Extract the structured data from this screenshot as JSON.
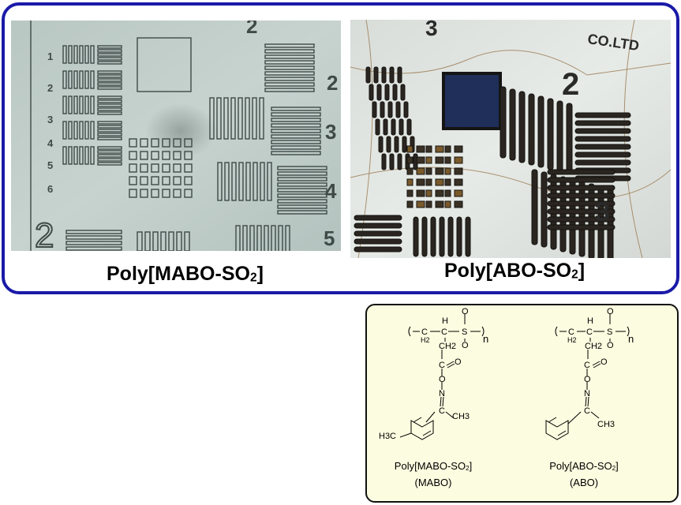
{
  "left_panel": {
    "caption_main": "Poly[MABO-SO",
    "caption_sub": "2",
    "caption_end": "]",
    "digits": [
      "1",
      "2",
      "3",
      "4",
      "5",
      "6",
      "2",
      "2",
      "3",
      "4",
      "5"
    ]
  },
  "right_panel": {
    "caption_main": "Poly[ABO-SO",
    "caption_sub": "2",
    "caption_end": "]",
    "mask_text": "CO.LTD",
    "digits": [
      "3",
      "2",
      "3"
    ]
  },
  "structures": {
    "atom_labels": {
      "C": "C",
      "H": "H",
      "H2": "H2",
      "S": "S",
      "O": "O",
      "N": "N",
      "n": "n",
      "CH2": "CH2",
      "CH3": "CH3",
      "H3C": "H3C"
    },
    "left": {
      "name_main": "Poly[MABO-SO",
      "name_sub": "2",
      "name_end": "]",
      "abbr": "(MABO)"
    },
    "right": {
      "name_main": "Poly[ABO-SO",
      "name_sub": "2",
      "name_end": "]",
      "abbr": "(ABO)"
    }
  },
  "colors": {
    "frame_border": "#1a1aa8",
    "structure_box_bg": "#fcfce0"
  }
}
